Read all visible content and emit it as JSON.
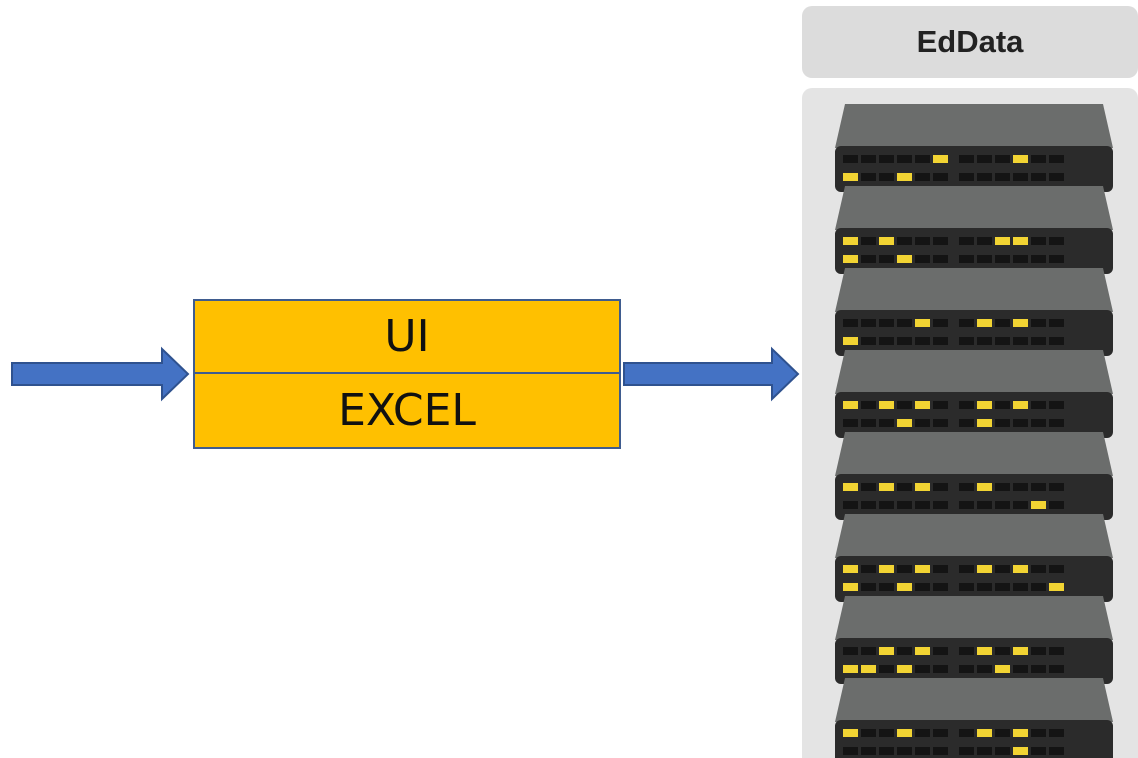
{
  "diagram": {
    "box": {
      "top_label": "UI",
      "bottom_label": "EXCEL"
    },
    "database": {
      "title": "EdData",
      "servers": [
        {
          "top_row_lit": [
            5,
            9
          ],
          "bottom_row_lit": [
            0,
            3
          ]
        },
        {
          "top_row_lit": [
            0,
            2,
            8,
            9
          ],
          "bottom_row_lit": [
            0,
            3
          ]
        },
        {
          "top_row_lit": [
            4,
            7,
            9
          ],
          "bottom_row_lit": [
            0
          ]
        },
        {
          "top_row_lit": [
            0,
            2,
            4,
            7,
            9
          ],
          "bottom_row_lit": [
            3,
            7
          ]
        },
        {
          "top_row_lit": [
            0,
            2,
            4,
            7
          ],
          "bottom_row_lit": [
            10
          ]
        },
        {
          "top_row_lit": [
            0,
            2,
            4,
            7,
            9
          ],
          "bottom_row_lit": [
            0,
            3,
            11
          ]
        },
        {
          "top_row_lit": [
            2,
            4,
            7,
            9
          ],
          "bottom_row_lit": [
            0,
            1,
            3,
            8
          ]
        },
        {
          "top_row_lit": [
            0,
            3,
            7,
            9
          ],
          "bottom_row_lit": [
            9
          ]
        }
      ]
    },
    "colors": {
      "arrow_fill": "#4472C4",
      "arrow_stroke": "#2F528F",
      "box_fill": "#FFC000",
      "server_top": "#6B6D6C",
      "server_front": "#2B2B2B",
      "led_off": "#141414",
      "led_on": "#F2D433"
    }
  }
}
